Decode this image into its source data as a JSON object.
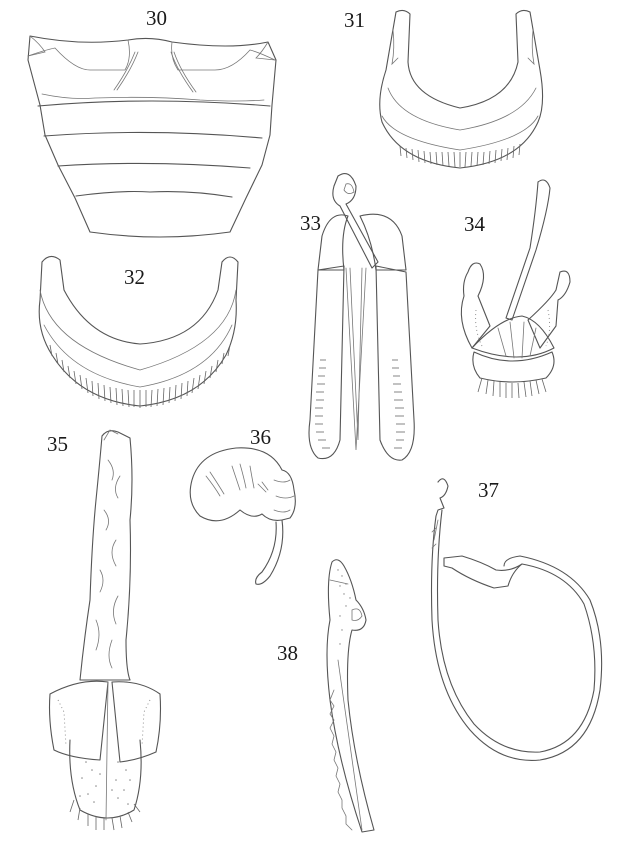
{
  "plate": {
    "background": "#ffffff",
    "line_color": "#555555",
    "figures": [
      {
        "number": "30",
        "subject": "abdominal sternites, ventral view"
      },
      {
        "number": "31",
        "subject": "U-shaped sclerite with setose posterior margin"
      },
      {
        "number": "32",
        "subject": "U-shaped sclerite with setose margin (broader)"
      },
      {
        "number": "33",
        "subject": "genital capsule with elongate parameres"
      },
      {
        "number": "34",
        "subject": "genitalia with long median process"
      },
      {
        "number": "35",
        "subject": "elongate wrinkled sac with terminal valves"
      },
      {
        "number": "36",
        "subject": "curved spermatheca with duct"
      },
      {
        "number": "37",
        "subject": "looped coiled structure"
      },
      {
        "number": "38",
        "subject": "serrate elongate sclerite"
      }
    ]
  }
}
